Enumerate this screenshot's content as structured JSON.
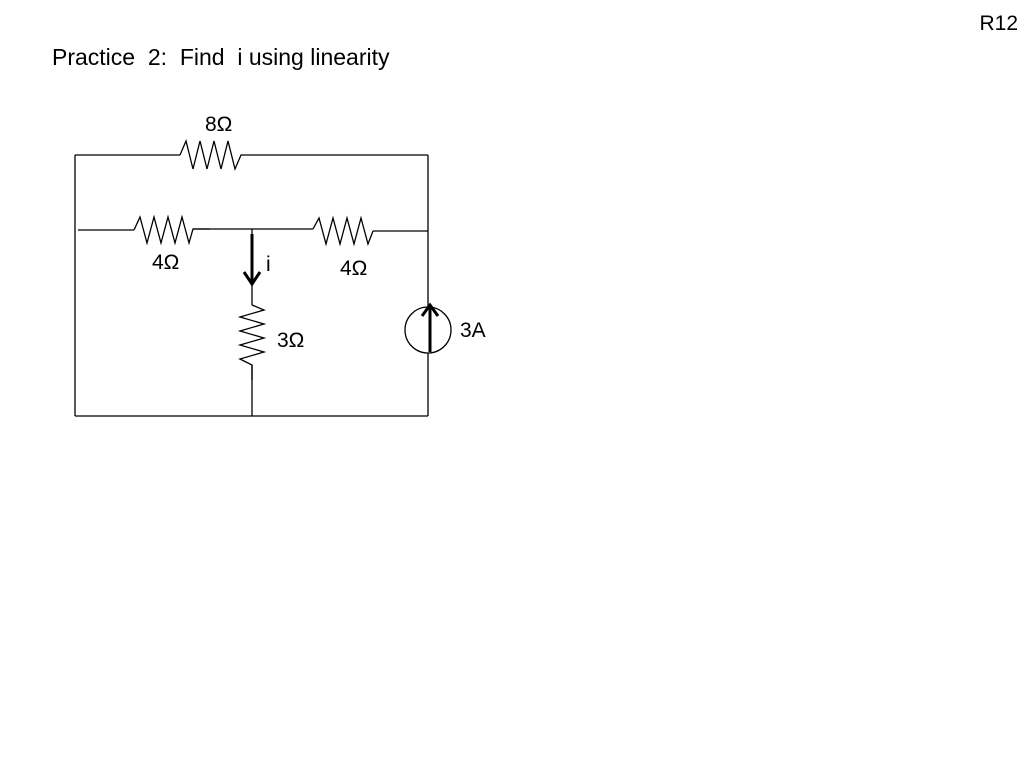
{
  "slide": {
    "number": "R12",
    "title": "Practice  2:  Find  i using linearity"
  },
  "circuit": {
    "resistors": [
      {
        "id": "top",
        "label": "8Ω"
      },
      {
        "id": "left",
        "label": "4Ω"
      },
      {
        "id": "right",
        "label": "4Ω"
      },
      {
        "id": "middle",
        "label": "3Ω"
      }
    ],
    "current_label": "i",
    "source_label": "3A"
  },
  "colors": {
    "background": "#ffffff",
    "ink": "#000000"
  }
}
